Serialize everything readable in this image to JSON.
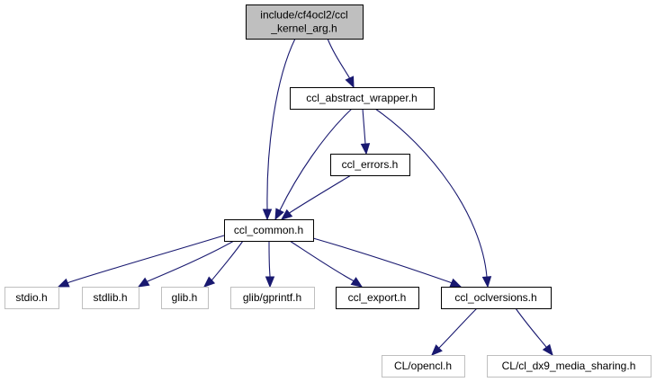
{
  "diagram": {
    "type": "include-dependency-graph",
    "colors": {
      "edge": "#191970",
      "root_fill": "#bfbfbf",
      "root_border": "#000000",
      "documented_border": "#000000",
      "external_border": "#bfbfbf",
      "box_fill": "#ffffff"
    },
    "nodes": [
      {
        "id": "root",
        "lines": [
          "include/cf4ocl2/ccl",
          "_kernel_arg.h"
        ],
        "kind": "root"
      },
      {
        "id": "abstract_wrapper",
        "lines": [
          "ccl_abstract_wrapper.h"
        ],
        "kind": "documented"
      },
      {
        "id": "errors",
        "lines": [
          "ccl_errors.h"
        ],
        "kind": "documented"
      },
      {
        "id": "common",
        "lines": [
          "ccl_common.h"
        ],
        "kind": "documented"
      },
      {
        "id": "stdio",
        "lines": [
          "stdio.h"
        ],
        "kind": "external"
      },
      {
        "id": "stdlib",
        "lines": [
          "stdlib.h"
        ],
        "kind": "external"
      },
      {
        "id": "glib",
        "lines": [
          "glib.h"
        ],
        "kind": "external"
      },
      {
        "id": "gprintf",
        "lines": [
          "glib/gprintf.h"
        ],
        "kind": "external"
      },
      {
        "id": "export",
        "lines": [
          "ccl_export.h"
        ],
        "kind": "documented"
      },
      {
        "id": "oclversions",
        "lines": [
          "ccl_oclversions.h"
        ],
        "kind": "documented"
      },
      {
        "id": "opencl",
        "lines": [
          "CL/opencl.h"
        ],
        "kind": "external"
      },
      {
        "id": "dx9",
        "lines": [
          "CL/cl_dx9_media_sharing.h"
        ],
        "kind": "external"
      }
    ],
    "edges": [
      {
        "from": "root",
        "to": "abstract_wrapper"
      },
      {
        "from": "root",
        "to": "common"
      },
      {
        "from": "abstract_wrapper",
        "to": "errors"
      },
      {
        "from": "abstract_wrapper",
        "to": "common"
      },
      {
        "from": "abstract_wrapper",
        "to": "oclversions"
      },
      {
        "from": "errors",
        "to": "common"
      },
      {
        "from": "common",
        "to": "stdio"
      },
      {
        "from": "common",
        "to": "stdlib"
      },
      {
        "from": "common",
        "to": "glib"
      },
      {
        "from": "common",
        "to": "gprintf"
      },
      {
        "from": "common",
        "to": "export"
      },
      {
        "from": "common",
        "to": "oclversions"
      },
      {
        "from": "oclversions",
        "to": "opencl"
      },
      {
        "from": "oclversions",
        "to": "dx9"
      }
    ]
  }
}
